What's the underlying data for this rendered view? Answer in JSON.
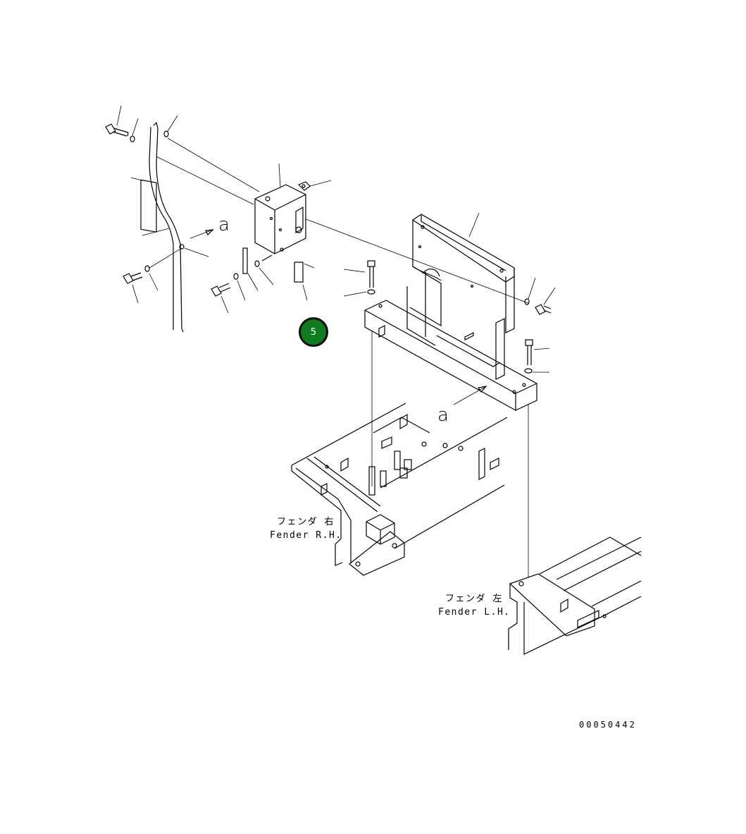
{
  "view_marker": {
    "top": "a",
    "bottom": "a"
  },
  "labels": {
    "fender_rh_jp": "フェンダ 右",
    "fender_rh_en": "Fender R.H.",
    "fender_lh_jp": "フェンダ 左",
    "fender_lh_en": "Fender L.H."
  },
  "callout": {
    "number": "5",
    "color": "#0f7d1e"
  },
  "drawing_number": "00050442"
}
